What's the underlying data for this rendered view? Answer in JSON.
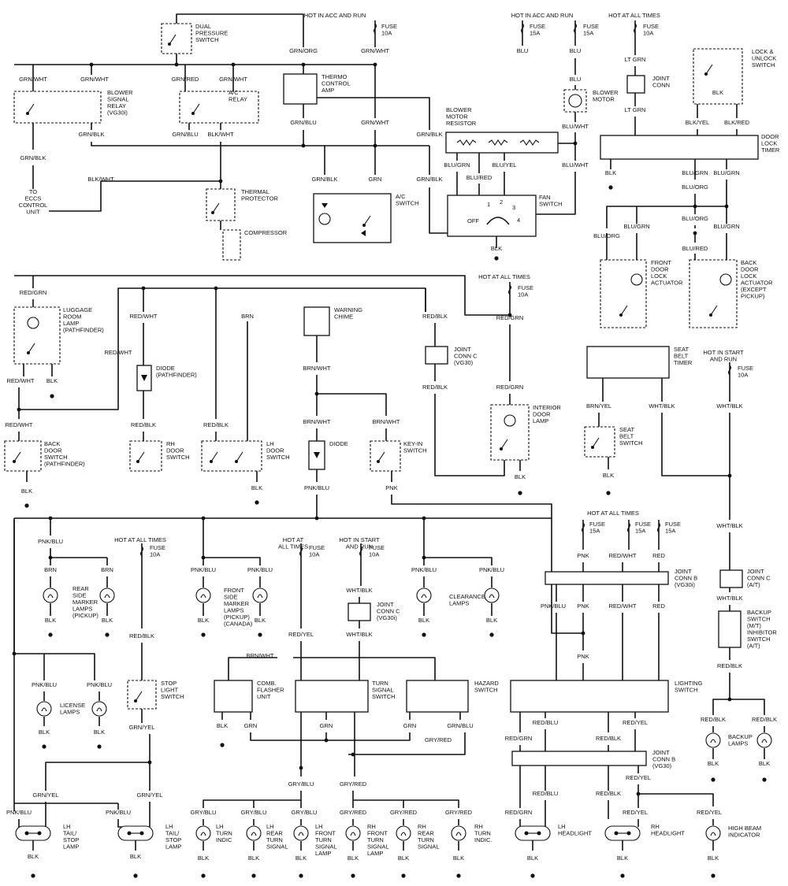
{
  "power": {
    "hot_acc_run": "HOT IN ACC AND RUN",
    "hot_all_times": "HOT AT ALL TIMES",
    "hot_start_run": "HOT IN START\nAND RUN",
    "hot_at_all_times_2l": "HOT AT\nALL TIMES",
    "fuse10": "FUSE\n10A",
    "fuse15": "FUSE\n15A"
  },
  "components": {
    "dual_pressure": "DUAL\nPRESSURE\nSWITCH",
    "thermo_amp": "THERMO\nCONTROL\nAMP",
    "blower_relay": "BLOWER\nSIGNAL\nRELAY\n(VG30i)",
    "ac_relay": "A/C\nRELAY",
    "thermal_protector": "THERMAL\nPROTECTOR",
    "compressor": "COMPRESSOR",
    "ac_switch": "A/C\nSWITCH",
    "eccs": "TO\nECCS\nCONTROL\nUNIT",
    "blower_motor": "BLOWER\nMOTOR",
    "blower_resistor": "BLOWER\nMOTOR\nRESISTOR",
    "fan_switch": "FAN\nSWITCH",
    "joint_conn": "JOINT\nCONN",
    "lock_switch": "LOCK &\nUNLOCK\nSWITCH",
    "door_lock_timer": "DOOR\nLOCK\nTIMER",
    "front_lock_actuator": "FRONT\nDOOR\nLOCK\nACTUATOR",
    "back_lock_actuator": "BACK\nDOOR\nLOCK\nACTUATOR\n(EXCEPT\nPICKUP)",
    "luggage_lamp": "LUGGAGE\nROOM\nLAMP\n(PATHFINDER)",
    "warning_chime": "WARNING\nCHIME",
    "joint_conn_c_vg30": "JOINT\nCONN C\n(VG30)",
    "interior_lamp": "INTERIOR\nDOOR\nLAMP",
    "diode_pathfinder": "DIODE\n(PATHFINDER)",
    "seat_belt_timer": "SEAT\nBELT\nTIMER",
    "seat_belt_switch": "SEAT\nBELT\nSWITCH",
    "back_door_switch": "BACK\nDOOR\nSWITCH\n(PATHFINDER)",
    "rh_door_switch": "RH\nDOOR\nSWITCH",
    "lh_door_switch": "LH\nDOOR\nSWITCH",
    "diode": "DIODE",
    "key_in_switch": "KEY-IN\nSWITCH",
    "rear_marker": "REAR\nSIDE\nMARKER\nLAMPS\n(PICKUP)",
    "front_marker": "FRONT\nSIDE\nMARKER\nLAMPS\n(PICKUP)\n(CANADA)",
    "joint_conn_c_vg30i": "JOINT\nCONN C\n(VG30i)",
    "clearance_lamps": "CLEARANCE\nLAMPS",
    "joint_conn_b_vg30i": "JOINT\nCONN B\n(VG30i)",
    "joint_conn_c_at": "JOINT\nCONN C\n(A/T)",
    "backup_switch": "BACKUP\nSWITCH\n(M/T)\nINHIBITOR\nSWITCH\n(A/T)",
    "license_lamps": "LICENSE\nLAMPS",
    "stop_light_switch": "STOP\nLIGHT\nSWITCH",
    "flasher": "COMB.\nFLASHER\nUNIT",
    "turn_switch": "TURN\nSIGNAL\nSWITCH",
    "hazard_switch": "HAZARD\nSWITCH",
    "lighting_switch": "LIGHTING\nSWITCH",
    "joint_conn_b_vg30": "JOINT\nCONN B\n(VG30)",
    "backup_lamps": "BACKUP\nLAMPS",
    "lh_tail1": "LH\nTAIL/\nSTOP\nLAMP",
    "lh_tail2": "LH\nTAIL/\nSTOP\nLAMP",
    "lh_turn_indic": "LH\nTURN\nINDIC",
    "lh_rear_turn": "LH\nREAR\nTURN\nSIGNAL",
    "lh_front_turn": "LH\nFRONT\nTURN\nSIGNAL\nLAMP",
    "rh_front_turn": "RH\nFRONT\nTURN\nSIGNAL\nLAMP",
    "rh_rear_turn": "RH\nREAR\nTURN\nSIGNAL",
    "rh_turn_indic": "RH\nTURN\nINDIC.",
    "lh_headlight": "LH\nHEADLIGHT",
    "rh_headlight": "RH\nHEADLIGHT",
    "high_beam": "HIGH BEAM\nINDICATOR"
  },
  "fan_positions": [
    "OFF",
    "1",
    "2",
    "3",
    "4"
  ],
  "wires": {
    "grn_org": "GRN/ORG",
    "grn_wht": "GRN/WHT",
    "grn_red": "GRN/RED",
    "grn_blu": "GRN/BLU",
    "grn_blk": "GRN/BLK",
    "blk_wht": "BLK/WHT",
    "blk_yel": "BLK/YEL",
    "blk_red": "BLK/RED",
    "blu": "BLU",
    "blu_wht": "BLU/WHT",
    "blu_grn": "BLU/GRN",
    "blu_red": "BLU/RED",
    "blu_yel": "BLU/YEL",
    "blu_org": "BLU/ORG",
    "lt_grn": "LT GRN",
    "grn": "GRN",
    "blk": "BLK",
    "red_grn": "RED/GRN",
    "red_wht": "RED/WHT",
    "red_blk": "RED/BLK",
    "brn": "BRN",
    "brn_wht": "BRN/WHT",
    "brn_yel": "BRN/YEL",
    "wht_blk": "WHT/BLK",
    "pnk_blu": "PNK/BLU",
    "pnk": "PNK",
    "red": "RED",
    "red_yel": "RED/YEL",
    "red_blu": "RED/BLU",
    "grn_yel": "GRN/YEL",
    "gry_red": "GRY/RED",
    "gry_blu": "GRY/BLU"
  }
}
